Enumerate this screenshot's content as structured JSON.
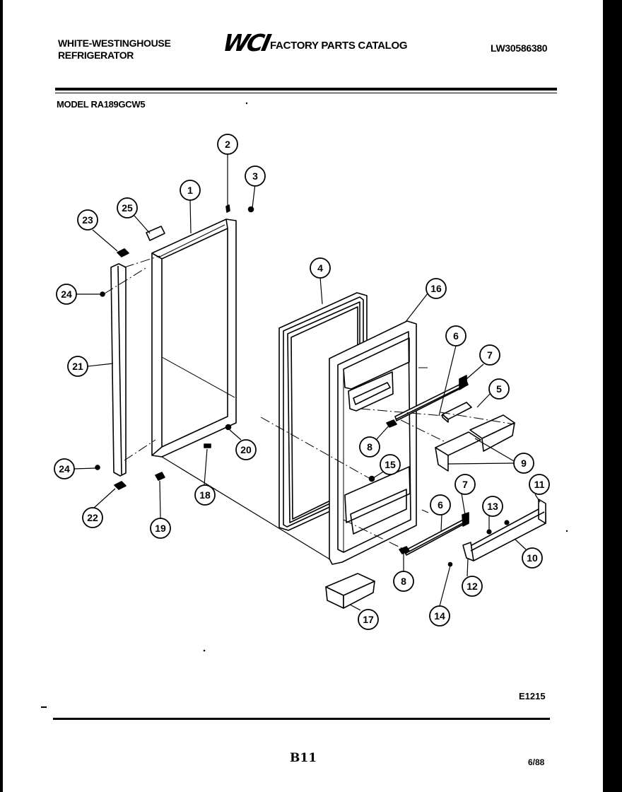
{
  "header": {
    "brand_line1": "WHITE-WESTINGHOUSE",
    "brand_line2": "REFRIGERATOR",
    "logo_text": "WCI",
    "catalog_title": "FACTORY PARTS CATALOG",
    "catalog_number": "LW30586380",
    "model_label": "MODEL RA189GCW5"
  },
  "footer": {
    "diagram_code": "E1215",
    "page_number": "B11",
    "date": "6/88"
  },
  "callouts": [
    "1",
    "2",
    "3",
    "4",
    "5",
    "6",
    "7",
    "8",
    "9",
    "10",
    "11",
    "12",
    "13",
    "14",
    "15",
    "16",
    "17",
    "18",
    "19",
    "20",
    "21",
    "22",
    "23",
    "24",
    "25"
  ],
  "callout_labels": {
    "c1": "1",
    "c2": "2",
    "c3": "3",
    "c4": "4",
    "c5": "5",
    "c6a": "6",
    "c6b": "6",
    "c7a": "7",
    "c7b": "7",
    "c8a": "8",
    "c8b": "8",
    "c9": "9",
    "c10": "10",
    "c11": "11",
    "c12": "12",
    "c13": "13",
    "c14": "14",
    "c15": "15",
    "c16": "16",
    "c17": "17",
    "c18": "18",
    "c19": "19",
    "c20": "20",
    "c21": "21",
    "c22": "22",
    "c23": "23",
    "c24a": "24",
    "c24b": "24",
    "c25": "25"
  }
}
